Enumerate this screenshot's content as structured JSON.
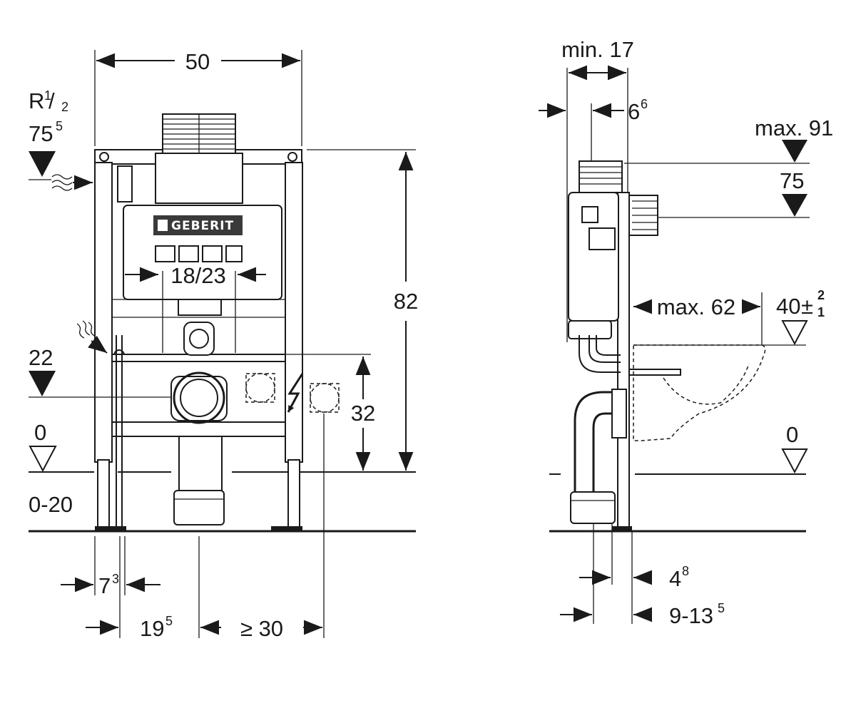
{
  "brand": "GEBERIT",
  "front_view": {
    "width_label": "50",
    "supply_thread": {
      "base": "R",
      "num": "1",
      "den": "2"
    },
    "supply_height": {
      "base": "75",
      "sup": "5"
    },
    "actuator_size": "18/23",
    "height_label": "82",
    "outlet_height": "22",
    "floor_level": "0",
    "adjust_range": "0-20",
    "socket_height": "32",
    "leg_offset": {
      "base": "7",
      "sup": "3"
    },
    "pipe_offset": {
      "base": "19",
      "sup": "5"
    },
    "socket_spacing": "≥ 30"
  },
  "side_view": {
    "min_depth": "min. 17",
    "depth_offset": {
      "base": "6",
      "sup": "6"
    },
    "max_top": "max. 91",
    "top_level": "75",
    "bowl_projection": "max. 62",
    "bowl_height": {
      "base": "40",
      "plus": "2",
      "minus": "1"
    },
    "floor_level": "0",
    "pipe_gap": {
      "base": "4",
      "sup": "8"
    },
    "wall_range": {
      "base": "9-13",
      "sup": "5"
    }
  }
}
